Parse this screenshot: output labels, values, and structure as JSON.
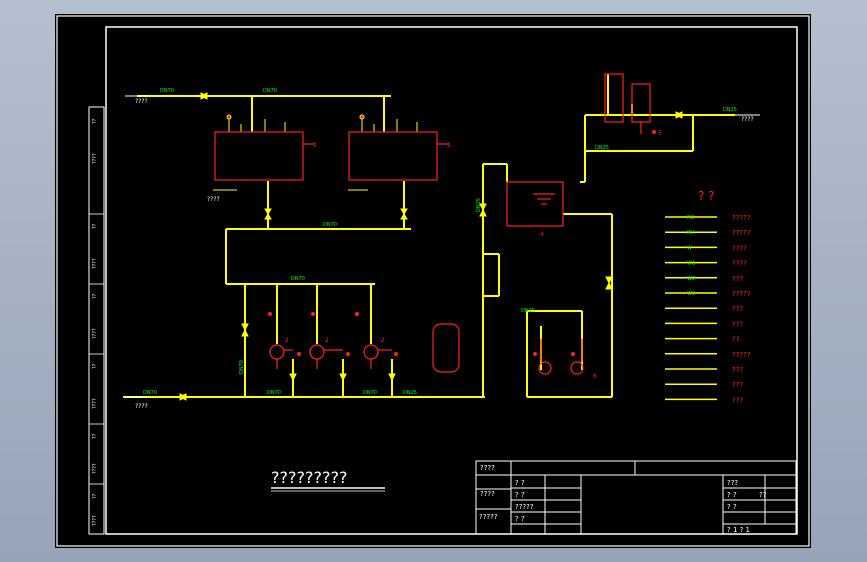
{
  "colors": {
    "background": "#000000",
    "viewport": "#a6b2c4",
    "frame": "#ffffff",
    "pipe": "#ffff00",
    "equipment": "#ff2020",
    "label": "#00ff00",
    "legend_text": "#ff2020"
  },
  "diagram": {
    "inlet_top_label": "????",
    "inlet_top_size": "DN70",
    "inlet_bottom_label": "????",
    "inlet_bottom_size": "DN70",
    "outlet_label": "????",
    "outlet_size": "DN25",
    "bottom_drain_label": "????",
    "main_header_size": "DN70",
    "mid_header_size": "DN70",
    "pump_header_size": "DN70",
    "riser_size": "DN70",
    "vertical_line_size": "DN25",
    "return_size": "DN25",
    "small_branch_size": "DN25",
    "tank1_num": "1",
    "tank2_num": "1",
    "pump_num": "2",
    "heater_num": "4",
    "column_num": "5",
    "small_pump_num": "6",
    "title": "?????????",
    "legend_title": "? ?",
    "legend": [
      {
        "code": "RG",
        "text": "?????"
      },
      {
        "code": "RH",
        "text": "?????"
      },
      {
        "code": "W",
        "text": "????"
      },
      {
        "code": "W1",
        "text": "????"
      },
      {
        "code": "W2",
        "text": "???"
      },
      {
        "code": "W3",
        "text": "?????"
      },
      {
        "code": "",
        "text": "???"
      },
      {
        "code": "",
        "text": "???"
      },
      {
        "code": "",
        "text": "??"
      },
      {
        "code": "",
        "text": "?????"
      },
      {
        "code": "",
        "text": "???"
      },
      {
        "code": "",
        "text": "???"
      },
      {
        "code": "",
        "text": "???"
      }
    ]
  },
  "side_strip": [
    "??",
    "????",
    "??",
    "????",
    "??",
    "????",
    "??",
    "????",
    "??",
    "????",
    "??",
    "????"
  ],
  "title_block": {
    "left_col": [
      "????",
      "????",
      "?????"
    ],
    "mid_rows": [
      "?   ?",
      "?   ?",
      "?????",
      "?   ?"
    ],
    "right_rows": [
      "???",
      "? ?",
      "??",
      "? ?",
      "? 1  ?  1"
    ]
  }
}
